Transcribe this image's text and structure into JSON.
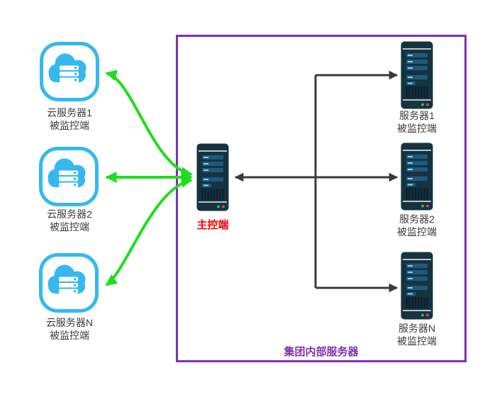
{
  "diagram": {
    "group_box": {
      "label": "集团内部服务器",
      "border_color": "#8130b0"
    },
    "master": {
      "label": "主控端",
      "label_color": "#fe0000"
    },
    "clouds": [
      {
        "name": "云服务器1",
        "role": "被监控端"
      },
      {
        "name": "云服务器2",
        "role": "被监控端"
      },
      {
        "name": "云服务器N",
        "role": "被监控端"
      }
    ],
    "servers": [
      {
        "name": "服务器1",
        "role": "被监控端"
      },
      {
        "name": "服务器2",
        "role": "被监控端"
      },
      {
        "name": "服务器N",
        "role": "被监控端"
      }
    ],
    "colors": {
      "cloud_link_green": "#1fdd1f",
      "lan_link_black": "#3a3a3a",
      "cloud_blue": "#35b8f0",
      "server_body": "#16333f",
      "group_purple": "#8130b0",
      "master_red": "#fe0000"
    },
    "icons": {
      "cloud": "cloud-server-icon",
      "server": "tower-server-icon"
    }
  }
}
